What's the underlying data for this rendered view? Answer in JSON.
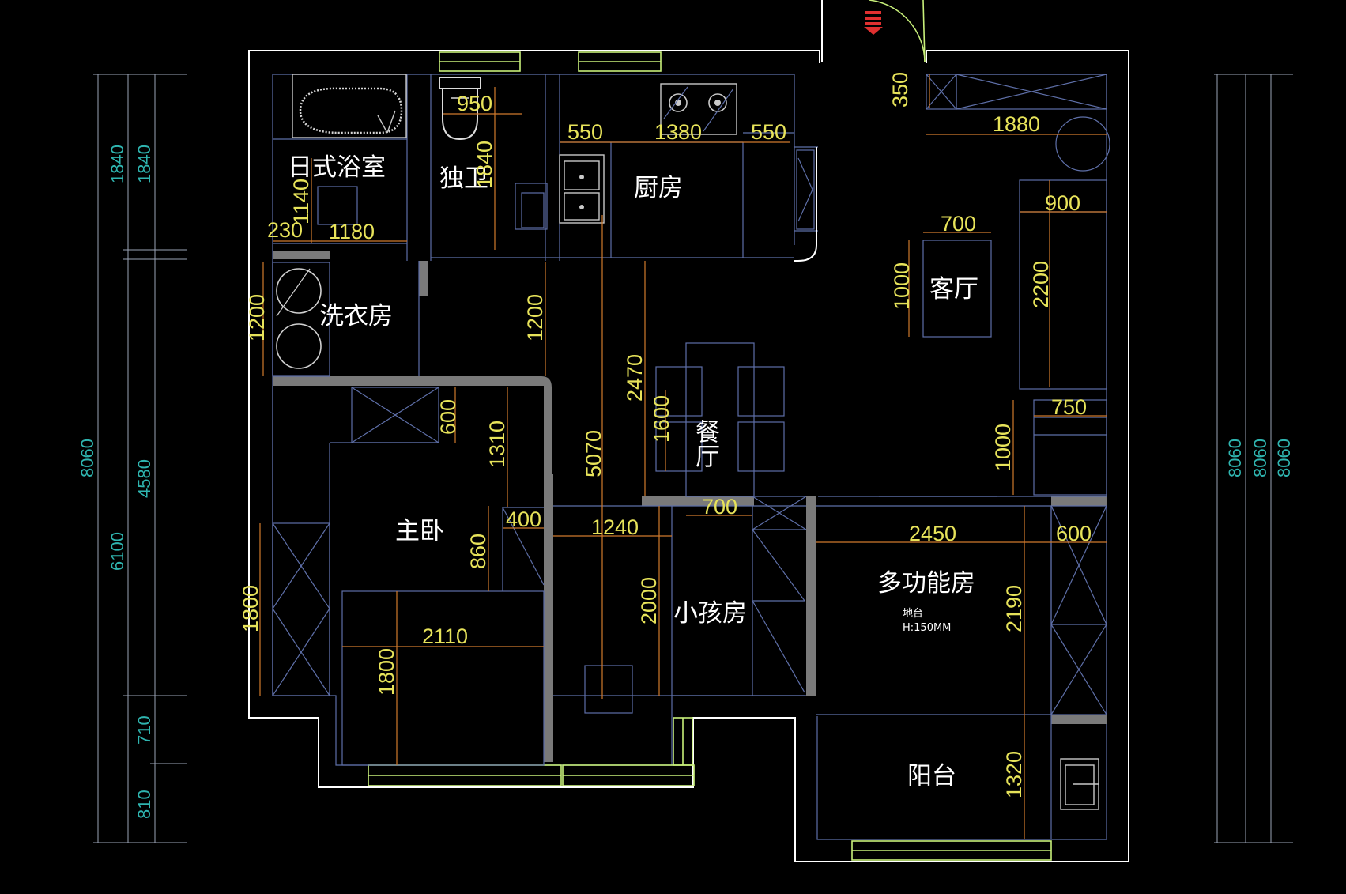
{
  "rooms": {
    "japanese_bath": "日式浴室",
    "wc": "独卫",
    "kitchen": "厨房",
    "laundry": "洗衣房",
    "living": "客厅",
    "dining": "餐厅",
    "master_bedroom": "主卧",
    "kids_room": "小孩房",
    "multi_room": "多功能房",
    "balcony": "阳台"
  },
  "notes": {
    "platform": "地台",
    "platform_height": "H:150MM"
  },
  "dimensions": {
    "d950": "950",
    "d550a": "550",
    "d1380": "1380",
    "d550b": "550",
    "d350": "350",
    "d1880": "1880",
    "d1840v": "1840",
    "d1140": "1140",
    "d230": "230",
    "d1180": "1180",
    "d900": "900",
    "d700a": "700",
    "d1000a": "1000",
    "d2200": "2200",
    "d1200a": "1200",
    "d1200b": "1200",
    "d2470": "2470",
    "d1600": "1600",
    "d5070": "5070",
    "d750": "750",
    "d1000b": "1000",
    "d600a": "600",
    "d1310": "1310",
    "d400": "400",
    "d860": "860",
    "d1240": "1240",
    "d700b": "700",
    "d2450": "2450",
    "d600b": "600",
    "d1800a": "1800",
    "d2110": "2110",
    "d1800b": "1800",
    "d2000": "2000",
    "d2190": "2190",
    "d1320": "1320"
  },
  "overall_left": {
    "a1840": "1840",
    "b1840": "1840",
    "a8060": "8060",
    "b4580": "4580",
    "c6100": "6100",
    "d710": "710",
    "e810": "810"
  },
  "overall_right": {
    "r1": "8060",
    "r2": "8060",
    "r3": "8060"
  }
}
